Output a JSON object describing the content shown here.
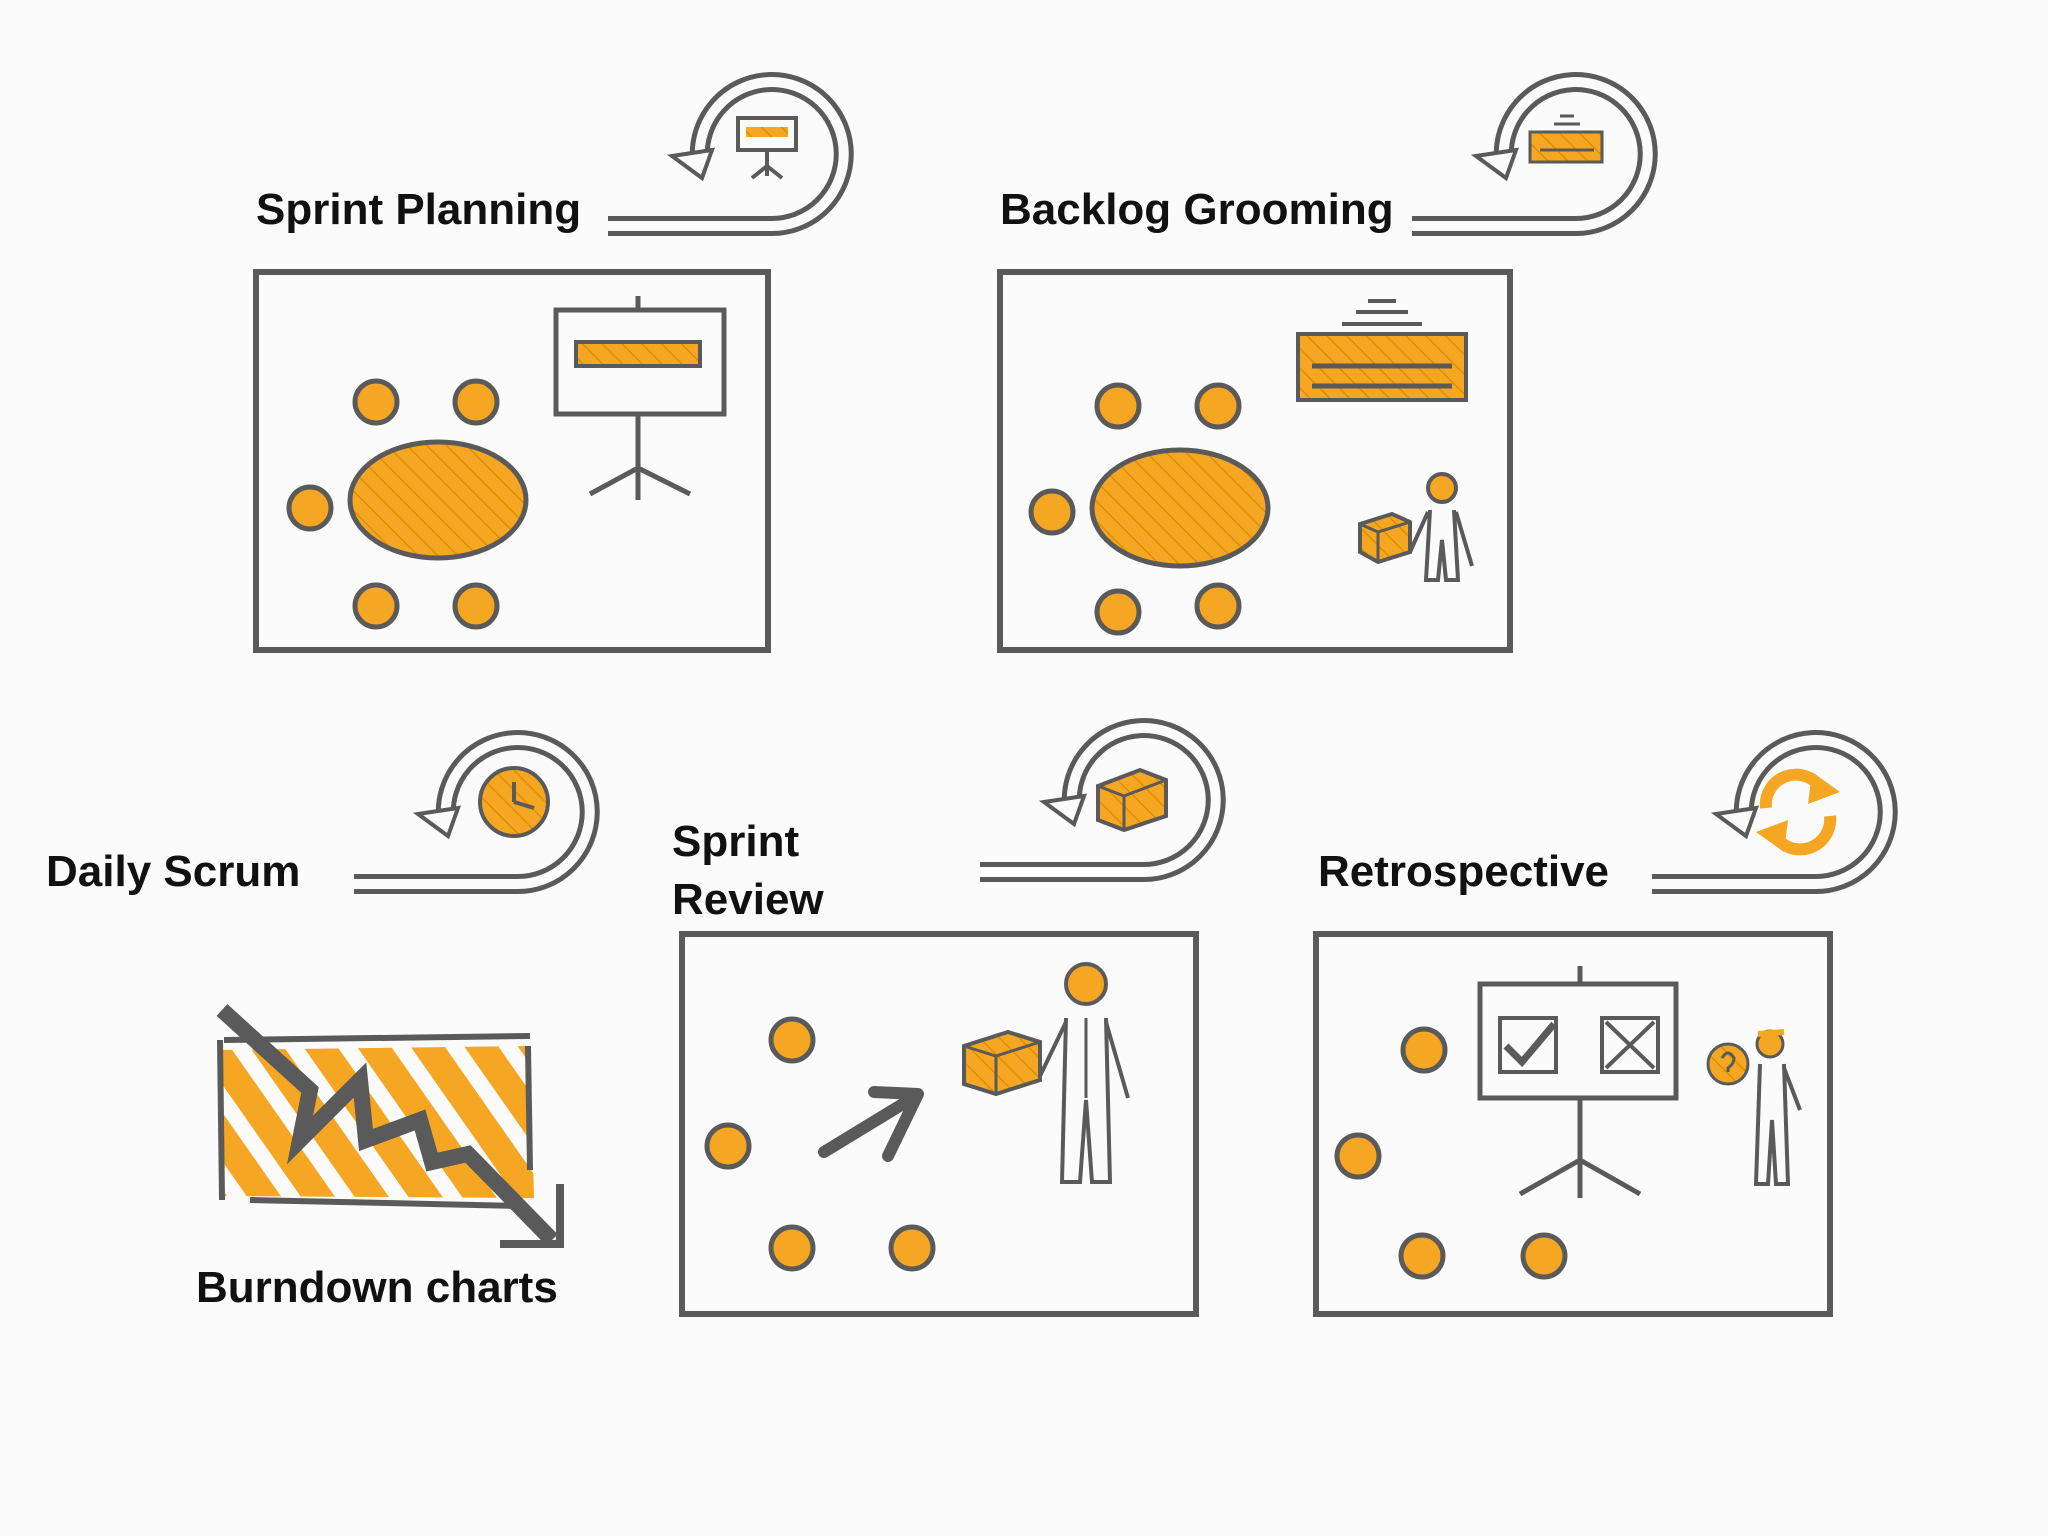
{
  "colors": {
    "accent": "#f5a623",
    "stroke": "#5a5a5a",
    "text": "#111111",
    "background": "#fbfbfb"
  },
  "diagram": {
    "sprint_planning": {
      "title": "Sprint Planning",
      "cycle_icon": "presentation-board-icon"
    },
    "backlog_grooming": {
      "title": "Backlog Grooming",
      "cycle_icon": "backlog-stack-icon"
    },
    "daily_scrum": {
      "title": "Daily Scrum",
      "cycle_icon": "clock-icon"
    },
    "sprint_review": {
      "title_line1": "Sprint",
      "title_line2": "Review",
      "cycle_icon": "product-box-icon"
    },
    "retrospective": {
      "title": "Retrospective",
      "cycle_icon": "refresh-arrows-icon"
    },
    "burndown": {
      "title": "Burndown charts",
      "icon": "burndown-chart-icon"
    }
  }
}
